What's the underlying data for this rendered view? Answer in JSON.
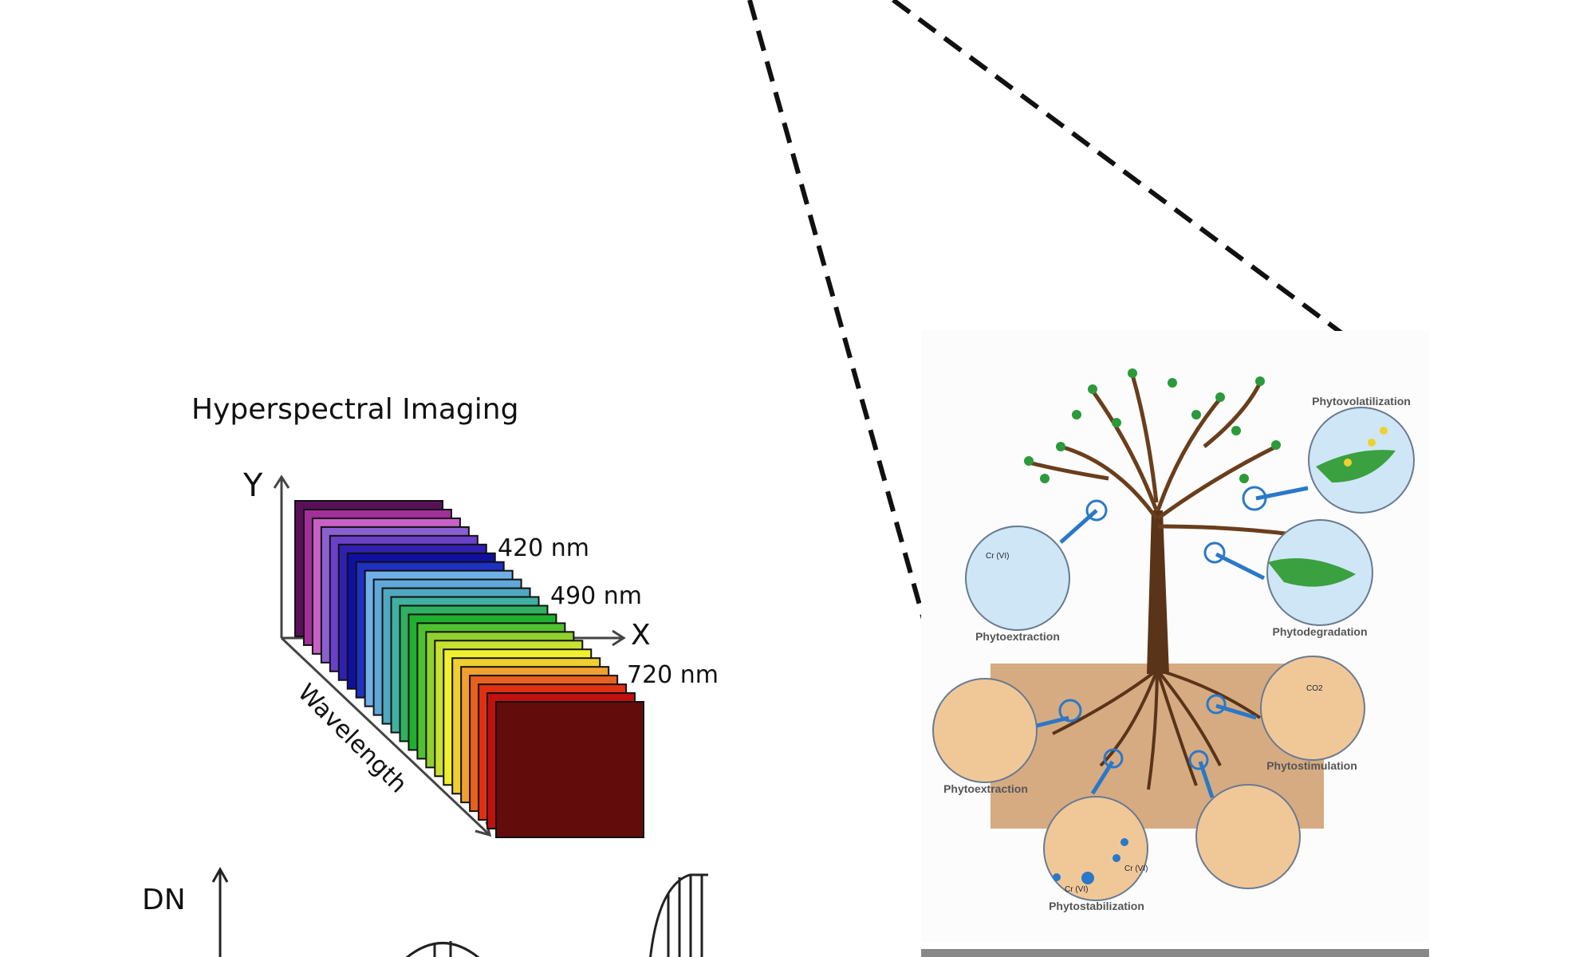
{
  "hsi": {
    "title": "Hyperspectral Imaging",
    "axis_y": "Y",
    "axis_x": "X",
    "axis_wavelength": "Wavelength",
    "band_labels": [
      "420 nm",
      "490 nm",
      "720 nm"
    ],
    "band_colors": [
      "#5a1058",
      "#a2309a",
      "#c860c8",
      "#8a60d0",
      "#6a40c8",
      "#3020b0",
      "#1010a0",
      "#2030c0",
      "#70b0e8",
      "#60a8d8",
      "#50a8c0",
      "#40b0a0",
      "#30b060",
      "#20b030",
      "#50c030",
      "#90d030",
      "#c8e030",
      "#f0f030",
      "#f0d030",
      "#f0a030",
      "#e86020",
      "#e03010",
      "#c01010",
      "#620c0c"
    ],
    "axis_dn": "DN"
  },
  "phyto": {
    "labels": [
      "Phytovolatilization",
      "Phytoextraction",
      "Phytodegradation",
      "Phytoextraction",
      "Phytostimulation",
      "Phytostabilization"
    ],
    "co2": "CO2",
    "cr": "Cr (VI)"
  }
}
